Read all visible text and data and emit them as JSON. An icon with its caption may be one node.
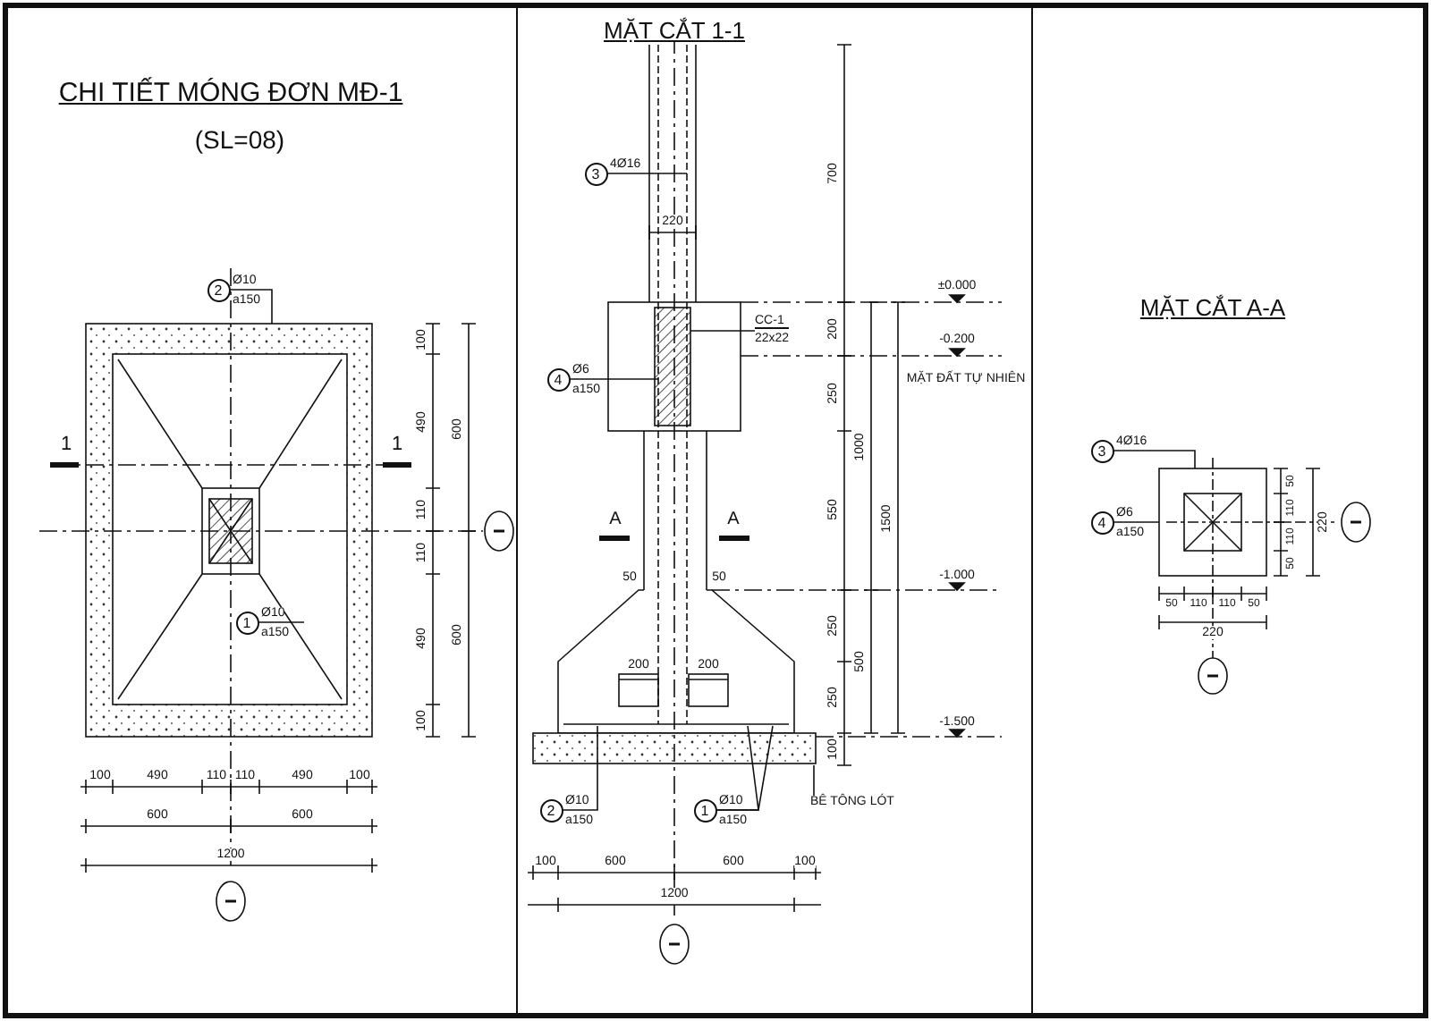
{
  "diagram": {
    "title": "CHI TIẾT MÓNG ĐƠN MĐ-1",
    "nodes": [
      {
        "text": [
          "2"
        ],
        "beside": [
          "Ø10",
          "a150"
        ]
      },
      {
        "text": [
          "1"
        ],
        "beside": [
          "Ø10",
          "a150"
        ]
      },
      {
        "text": [
          "3"
        ],
        "beside": [
          "4Ø16"
        ]
      },
      {
        "text": [
          "CC-1",
          "22x22"
        ]
      },
      {
        "text": [
          "4"
        ],
        "beside": [
          "Ø6",
          "a150"
        ]
      },
      {
        "text": [
          "2"
        ],
        "beside": [
          "Ø10",
          "a150"
        ]
      },
      {
        "text": [
          "1"
        ],
        "beside": [
          "Ø10",
          "a150"
        ]
      },
      {
        "text": [
          "BÊ TÔNG LÓT"
        ]
      },
      {
        "text": [
          "3"
        ],
        "beside": [
          "4Ø16"
        ]
      },
      {
        "text": [
          "4"
        ],
        "beside": [
          "Ø6",
          "a150"
        ]
      },
      {
        "text": [],
        "shape": "picture"
      }
    ],
    "edges": [
      {
        "from": 0,
        "to": null,
        "arrow": "none"
      },
      {
        "from": 1,
        "to": null,
        "arrow": "none"
      },
      {
        "from": 2,
        "to": null,
        "arrow": "none"
      },
      {
        "from": 3,
        "to": null,
        "arrow": "none"
      },
      {
        "from": 4,
        "to": null,
        "arrow": "none"
      },
      {
        "from": 5,
        "to": null,
        "arrow": "none"
      },
      {
        "from": 6,
        "to": null,
        "arrow": "none"
      },
      {
        "from": 6,
        "to": null,
        "arrow": "none"
      },
      {
        "from": 7,
        "to": null,
        "arrow": "none"
      },
      {
        "from": 8,
        "to": 10,
        "arrow": "none"
      },
      {
        "from": 9,
        "to": 10,
        "arrow": "none"
      }
    ],
    "labels": [
      "(SL=08)",
      "MẶT CẮT 1-1",
      "MẶT CẮT A-A",
      "1",
      "1",
      "100",
      "490",
      "600",
      "110",
      "110",
      "490",
      "600",
      "100",
      "100",
      "490",
      "110",
      "110",
      "490",
      "100",
      "600",
      "600",
      "1200",
      "700",
      "220",
      "±0.000",
      "200",
      "-0.200",
      "MẶT ĐẤT TỰ NHIÊN",
      "250",
      "1000",
      "A",
      "A",
      "550",
      "1500",
      "50",
      "50",
      "-1.000",
      "250",
      "500",
      "200",
      "200",
      "250",
      "-1.500",
      "100",
      "100",
      "600",
      "600",
      "100",
      "1200",
      "50",
      "110",
      "110",
      "50",
      "220",
      "50",
      "110",
      "110",
      "50",
      "220"
    ]
  }
}
